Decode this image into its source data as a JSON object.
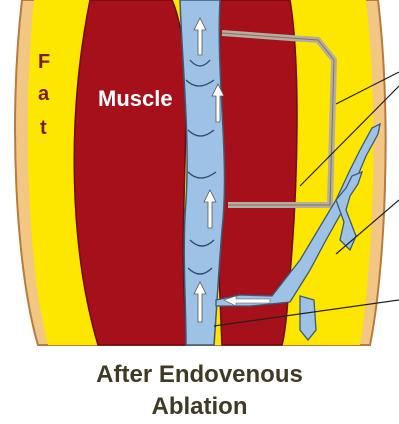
{
  "labels": {
    "fat": [
      "F",
      "a",
      "t"
    ],
    "muscle": "Muscle"
  },
  "caption": {
    "line1": "After Endovenous",
    "line2": "Ablation"
  },
  "colors": {
    "fat": "#fde600",
    "skin": "#f2c784",
    "muscle": "#a6101a",
    "vein": "#9dc2e6",
    "vein_outline": "#3d5a74",
    "catheter": "#b5ada0",
    "pointer_lines": "#222222",
    "caption_text": "#3e3a24"
  },
  "icons": [
    "flow-arrow-up-icon",
    "vein-valve-icon"
  ]
}
